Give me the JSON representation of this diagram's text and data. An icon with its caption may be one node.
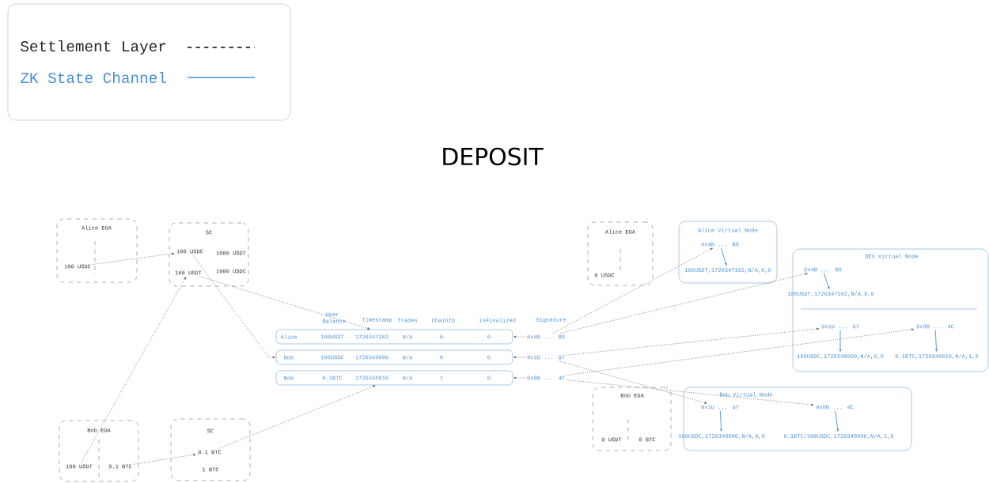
{
  "diagram": {
    "title": "DEPOSIT",
    "nodes": [
      {
        "text": [
          "Alice EOA"
        ]
      },
      {
        "text": [
          "100 USDC"
        ],
        "in": 0
      },
      {
        "text": [
          "SC",
          "1000 USDT",
          "1000 USDC"
        ]
      },
      {
        "text": [
          "100 USDC"
        ],
        "in": 2
      },
      {
        "text": [
          "100 USDT"
        ],
        "in": 2
      },
      {
        "text": [
          "Bob EOA"
        ]
      },
      {
        "text": [
          "100 USDT"
        ],
        "in": 5
      },
      {
        "text": [
          "0.1 BTC"
        ],
        "in": 5
      },
      {
        "text": [
          "SC",
          "1 BTC"
        ]
      },
      {
        "text": [
          "0.1 BTC"
        ],
        "in": 8
      },
      {
        "text": [
          "Alice",
          "100USDT",
          "1720347102",
          "N/A",
          "0",
          "0"
        ]
      },
      {
        "text": [
          "Bob",
          "100USDC",
          "1720348000",
          "N/A",
          "0",
          "0"
        ]
      },
      {
        "text": [
          "Bob",
          "0.1BTC",
          "1720348010",
          "N/A",
          "1",
          "0"
        ]
      },
      {
        "text": [
          "0x4B ... B9"
        ]
      },
      {
        "text": [
          "0x1D ... D7"
        ]
      },
      {
        "text": [
          "0x8B ... 4C"
        ]
      },
      {
        "text": [
          "Alice EOA",
          "0 USDC"
        ]
      },
      {
        "text": [
          "Alice Virtual Node"
        ]
      },
      {
        "text": [
          "0x4B ... B9"
        ],
        "in": 17
      },
      {
        "text": [
          "100USDT,1720347102,N/A,0,0"
        ],
        "in": 17
      },
      {
        "text": [
          "DEX Virtual Node"
        ]
      },
      {
        "text": [
          "0x4B ... B9"
        ],
        "in": 20
      },
      {
        "text": [
          "100USDT,1720347102,N/A,0,0"
        ],
        "in": 20
      },
      {
        "text": [
          "0x1D ... D7"
        ],
        "in": 20
      },
      {
        "text": [
          "100USDC,1720348000,N/A,0,0"
        ],
        "in": 20
      },
      {
        "text": [
          "0x8B ... 4C"
        ],
        "in": 20
      },
      {
        "text": [
          "0.1BTC,1720348010,N/A,1,0"
        ],
        "in": 20
      },
      {
        "text": [
          "Bob EOA",
          "0 USDT",
          "0 BTC"
        ]
      },
      {
        "text": [
          "Bob Virtual Node"
        ]
      },
      {
        "text": [
          "0x1D ... D7"
        ],
        "in": 28
      },
      {
        "text": [
          "100USDC,1720348000,N/A,0,0"
        ],
        "in": 28
      },
      {
        "text": [
          "0x8B ... 4C"
        ],
        "in": 28
      },
      {
        "text": [
          "0.1BTC/100USDC,1720348000,N/A,1,0"
        ],
        "in": 28
      }
    ],
    "edges": [
      {
        "from": 1,
        "to": 3,
        "arrow": "to",
        "style": "dashed"
      },
      {
        "from": 6,
        "to": 4,
        "arrow": "to",
        "style": "dashed"
      },
      {
        "from": 7,
        "to": 9,
        "arrow": "to",
        "style": "dashed"
      },
      {
        "from": 3,
        "to": 11,
        "arrow": "to",
        "style": "dashed"
      },
      {
        "from": 4,
        "to": 10,
        "arrow": "to",
        "style": "dashed"
      },
      {
        "from": 9,
        "to": 12,
        "arrow": "to",
        "style": "dashed"
      },
      {
        "from": 13,
        "to": 10,
        "arrow": "to",
        "style": "dashed"
      },
      {
        "from": 14,
        "to": 11,
        "arrow": "to",
        "style": "dashed"
      },
      {
        "from": 15,
        "to": 12,
        "arrow": "to",
        "style": "dashed"
      },
      {
        "from": 13,
        "to": 18,
        "arrow": "to",
        "style": "dashed"
      },
      {
        "from": 13,
        "to": 21,
        "arrow": "to",
        "style": "dashed"
      },
      {
        "from": 14,
        "to": 23,
        "arrow": "to",
        "style": "dashed"
      },
      {
        "from": 14,
        "to": 29,
        "arrow": "to",
        "style": "dashed"
      },
      {
        "from": 15,
        "to": 25,
        "arrow": "to",
        "style": "dashed"
      },
      {
        "from": 15,
        "to": 31,
        "arrow": "to",
        "style": "dashed"
      },
      {
        "from": 18,
        "to": 19,
        "arrow": "to",
        "color": "#4a8fd6"
      },
      {
        "from": 21,
        "to": 22,
        "arrow": "to",
        "color": "#4a8fd6"
      },
      {
        "from": 23,
        "to": 24,
        "arrow": "to",
        "color": "#4a8fd6"
      },
      {
        "from": 25,
        "to": 26,
        "arrow": "to",
        "color": "#4a8fd6"
      },
      {
        "from": 29,
        "to": 30,
        "arrow": "to",
        "color": "#4a8fd6"
      },
      {
        "from": 31,
        "to": 32,
        "arrow": "to",
        "color": "#4a8fd6"
      }
    ],
    "labels": [
      "User Balance",
      "Timestamp",
      "Trades",
      "ChainID",
      "isFinalized",
      "Signature"
    ],
    "legend": [
      {
        "text": "Settlement Layer"
      },
      {
        "text": "ZK State Channel"
      }
    ]
  }
}
